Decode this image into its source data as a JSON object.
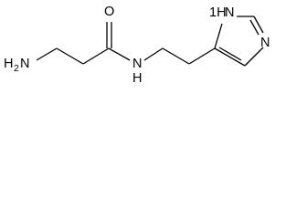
{
  "molecule": {
    "atoms": {
      "amine_n": "N",
      "amine_h": "H",
      "amine_h_count": "2",
      "carbonyl_o": "O",
      "amide_n": "N",
      "amide_h": "H",
      "ring_nh_h": "1H",
      "ring_nh_n": "N",
      "ring_n": "N"
    }
  }
}
